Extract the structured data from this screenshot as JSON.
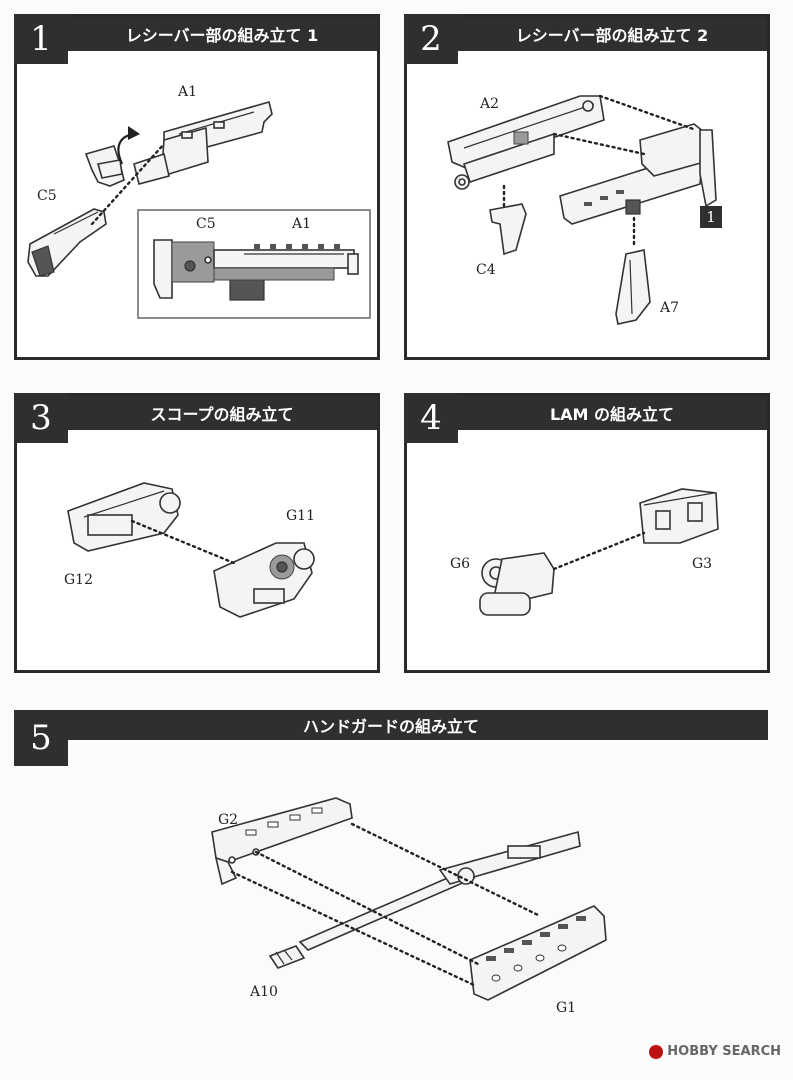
{
  "steps": [
    {
      "number": "1",
      "title": "レシーバー部の組み立て 1"
    },
    {
      "number": "2",
      "title": "レシーバー部の組み立て 2"
    },
    {
      "number": "3",
      "title": "スコープの組み立て"
    },
    {
      "number": "4",
      "title": "LAM の組み立て"
    },
    {
      "number": "5",
      "title": "ハンドガードの組み立て"
    }
  ],
  "labels": {
    "s1_a1": "A1",
    "s1_c5": "C5",
    "s1_inset_c5": "C5",
    "s1_inset_a1": "A1",
    "s2_a2": "A2",
    "s2_c4": "C4",
    "s2_a7": "A7",
    "s2_ref": "1",
    "s3_g11": "G11",
    "s3_g12": "G12",
    "s4_g6": "G6",
    "s4_g3": "G3",
    "s5_g2": "G2",
    "s5_a10": "A10",
    "s5_g1": "G1"
  },
  "watermark": "HOBBY SEARCH"
}
